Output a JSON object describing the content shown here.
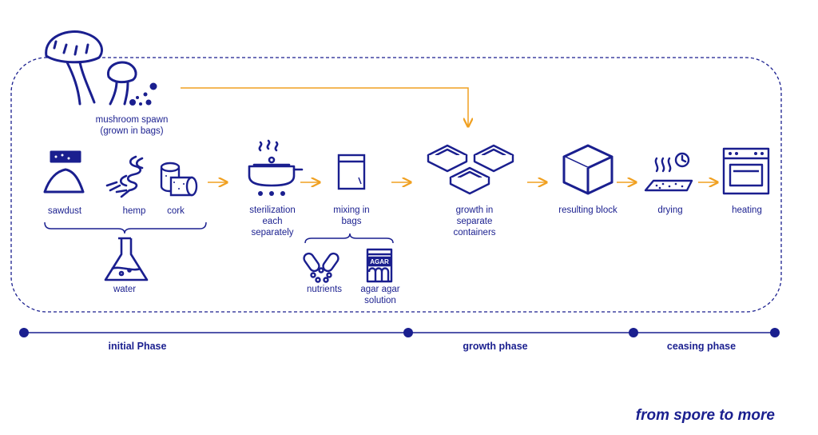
{
  "colors": {
    "primary": "#1a1f8f",
    "accent": "#f0a020",
    "background": "#ffffff"
  },
  "spawn": {
    "label": "mushroom spawn\n(grown in bags)",
    "icon": "mushroom-icon"
  },
  "ingredients": [
    {
      "label": "sawdust",
      "icon": "sawdust-icon"
    },
    {
      "label": "hemp",
      "icon": "hemp-rope-icon"
    },
    {
      "label": "cork",
      "icon": "cork-icon"
    }
  ],
  "water": {
    "label": "water",
    "icon": "flask-icon"
  },
  "steps": {
    "sterilization": {
      "label": "sterilization\neach\nseparately",
      "icon": "cooking-pot-icon"
    },
    "mixing": {
      "label": "mixing in\nbags",
      "icon": "bag-icon"
    },
    "growth": {
      "label": "growth in\nseparate\ncontainers",
      "icon": "containers-icon"
    },
    "block": {
      "label": "resulting block",
      "icon": "cube-icon"
    },
    "drying": {
      "label": "drying",
      "icon": "drying-tray-icon"
    },
    "heating": {
      "label": "heating",
      "icon": "oven-icon"
    }
  },
  "additives": [
    {
      "label": "nutrients",
      "icon": "pills-icon"
    },
    {
      "label": "agar agar\nsolution",
      "icon": "agar-bag-icon",
      "bag_text": "AGAR"
    }
  ],
  "phases": [
    {
      "label": "initial Phase"
    },
    {
      "label": "growth phase"
    },
    {
      "label": "ceasing phase"
    }
  ],
  "tagline": "from spore to more"
}
